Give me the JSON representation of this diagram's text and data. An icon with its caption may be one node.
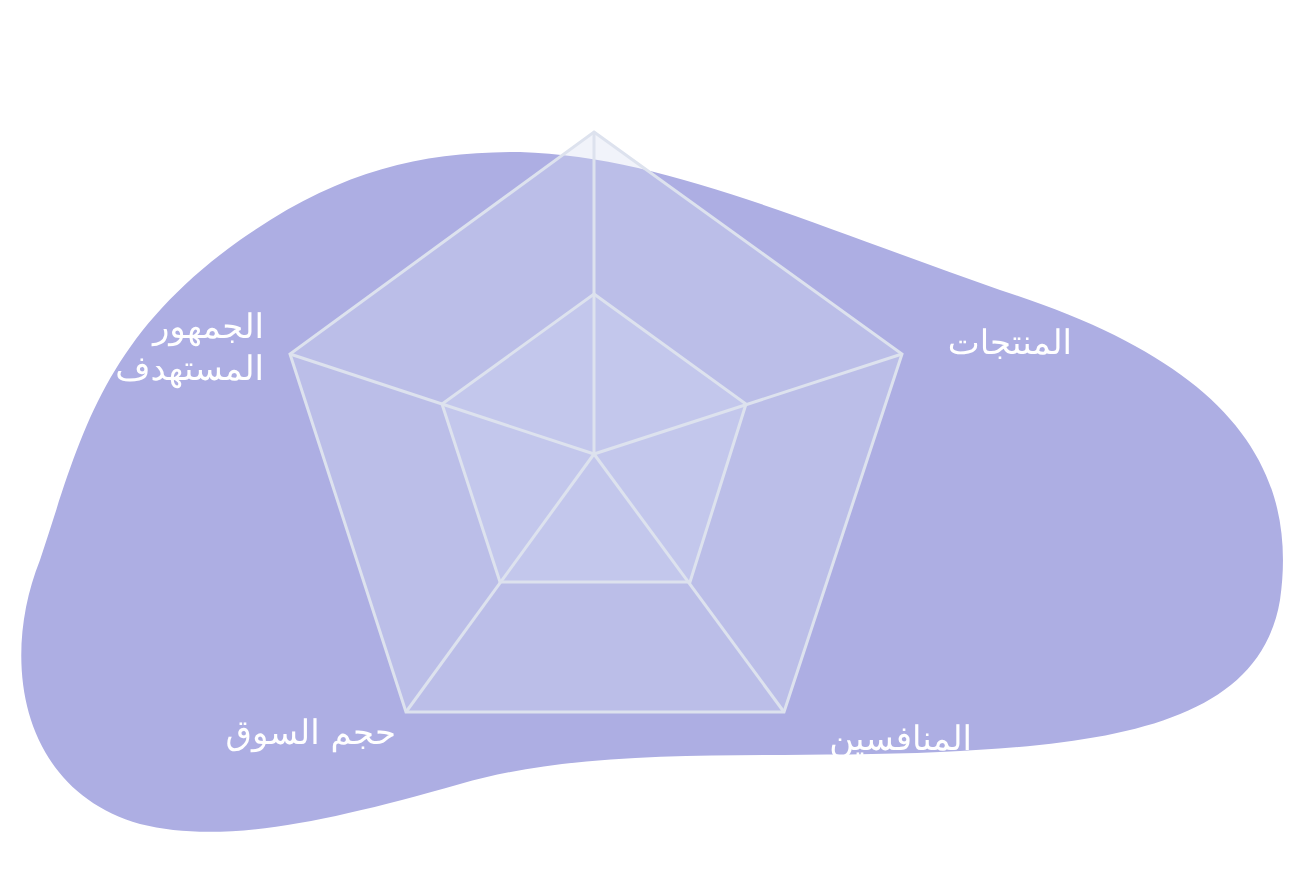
{
  "diagram": {
    "labels": [
      "الجمهور المستهدف",
      "المنتجات",
      "حجم السوق",
      "المنافسين"
    ]
  }
}
